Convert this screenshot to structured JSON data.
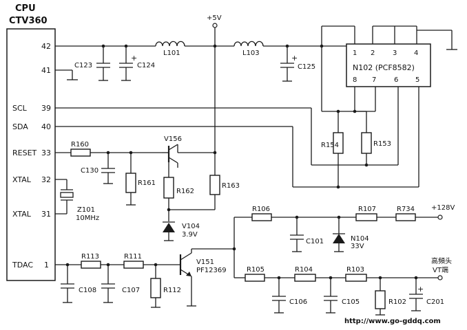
{
  "cpu": {
    "label_line1": "CPU",
    "label_line2": "CTV360"
  },
  "pins": [
    {
      "name": "",
      "num": "42"
    },
    {
      "name": "",
      "num": "41"
    },
    {
      "name": "SCL",
      "num": "39"
    },
    {
      "name": "SDA",
      "num": "40"
    },
    {
      "name": "RESET",
      "num": "33"
    },
    {
      "name": "XTAL",
      "num": "32"
    },
    {
      "name": "XTAL",
      "num": "31"
    },
    {
      "name": "TDAC",
      "num": "1"
    }
  ],
  "supply": {
    "plus5v": "+5V",
    "plus128v": "+128V",
    "tuner_line1": "高頻头",
    "tuner_line2": "VT端"
  },
  "ic": {
    "label": "N102 (PCF8582)",
    "top_pins": [
      "1",
      "2",
      "3",
      "4"
    ],
    "bottom_pins": [
      "8",
      "7",
      "6",
      "5"
    ]
  },
  "components": {
    "C123": "C123",
    "C124": "C124",
    "L101": "L101",
    "L103": "L103",
    "C125": "C125",
    "R154": "R154",
    "R153": "R153",
    "R160": "R160",
    "C130": "C130",
    "R161": "R161",
    "V156": "V156",
    "R162": "R162",
    "R163": "R163",
    "V104": "V104",
    "V104_val": "3.9V",
    "Z101": "Z101",
    "Z101_val": "10MHz",
    "R106": "R106",
    "R107": "R107",
    "R734": "R734",
    "C101": "C101",
    "N104": "N104",
    "N104_val": "33V",
    "R113": "R113",
    "R111": "R111",
    "V151": "V151",
    "V151_part": "PF12369",
    "C108": "C108",
    "C107": "C107",
    "R112": "R112",
    "R105": "R105",
    "R104": "R104",
    "R103": "R103",
    "C106": "C106",
    "C105": "C105",
    "R102": "R102",
    "C201": "C201",
    "plus_sign": "+"
  },
  "watermark": "http://www.go-gddq.com"
}
